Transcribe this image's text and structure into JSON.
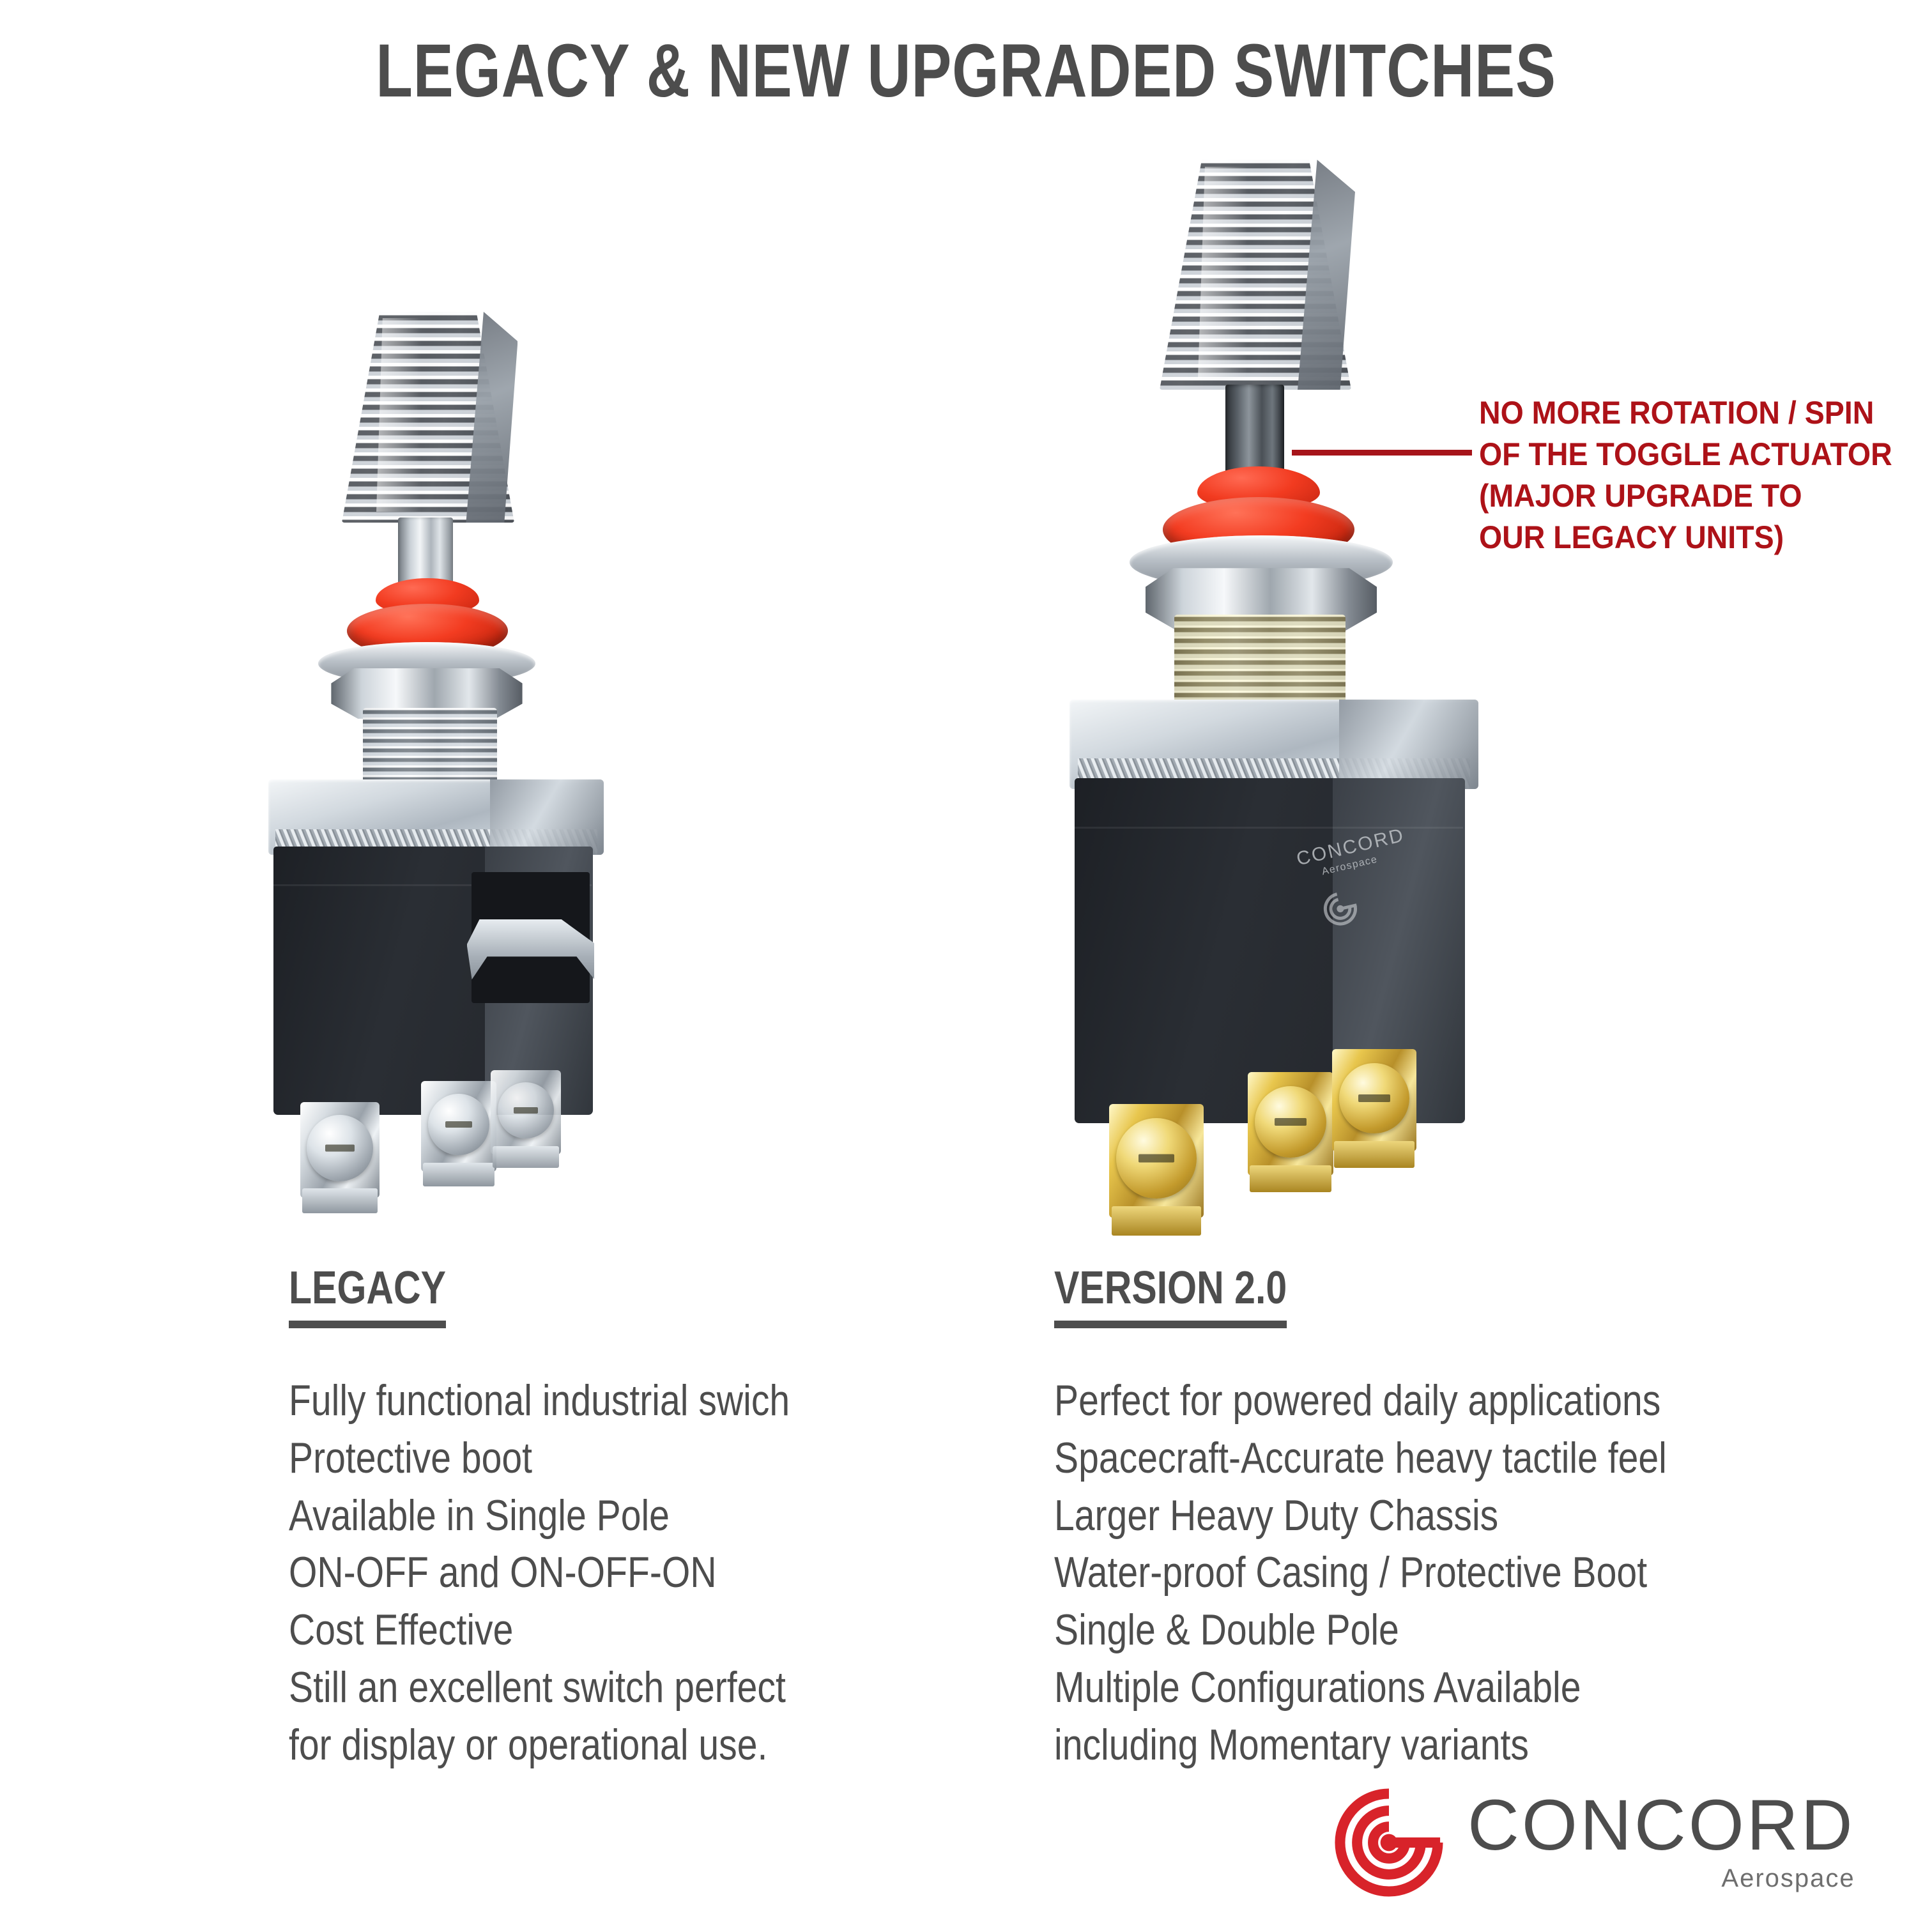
{
  "page": {
    "title": "LEGACY & NEW UPGRADED SWITCHES",
    "background_color": "#ffffff",
    "text_color": "#4d4d4d",
    "accent_red": "#AD1218",
    "brand_red": "#D8232A"
  },
  "callout": {
    "line1": "NO MORE ROTATION / SPIN",
    "line2": "OF THE TOGGLE ACTUATOR",
    "line3": "(MAJOR UPGRADE TO",
    "line4": "OUR LEGACY UNITS)",
    "leader_color": "#A6141A"
  },
  "columns": [
    {
      "heading": "LEGACY",
      "bullets": [
        "Fully functional industrial swich",
        "Protective boot",
        "Available in Single Pole",
        "ON-OFF and ON-OFF-ON",
        "Cost Effective",
        "Still an excellent switch perfect",
        "for display or operational use."
      ]
    },
    {
      "heading": "VERSION 2.0",
      "bullets": [
        "Perfect for powered daily applications",
        "Spacecraft-Accurate heavy tactile feel",
        "Larger Heavy Duty Chassis",
        "Water-proof Casing / Protective Boot",
        "Single & Double Pole",
        "Multiple Configurations Available",
        "including Momentary variants"
      ]
    }
  ],
  "product_legacy": {
    "name": "Legacy toggle switch",
    "toggle_finish": "chrome",
    "boot_color": "#F23B20",
    "terminal_finish": "silver",
    "body_color": "#23262b"
  },
  "product_v2": {
    "name": "Version 2.0 toggle switch",
    "toggle_finish": "chrome",
    "shaft_finish": "dark gunmetal",
    "boot_color": "#F23B20",
    "terminal_finish": "gold",
    "body_color": "#2a2e34",
    "printed_brand": "CONCORD",
    "printed_sub": "Aerospace"
  },
  "logo": {
    "name": "CONCORD",
    "sub": "Aerospace",
    "mark_color": "#D8232A",
    "text_color": "#4d4d4d"
  }
}
